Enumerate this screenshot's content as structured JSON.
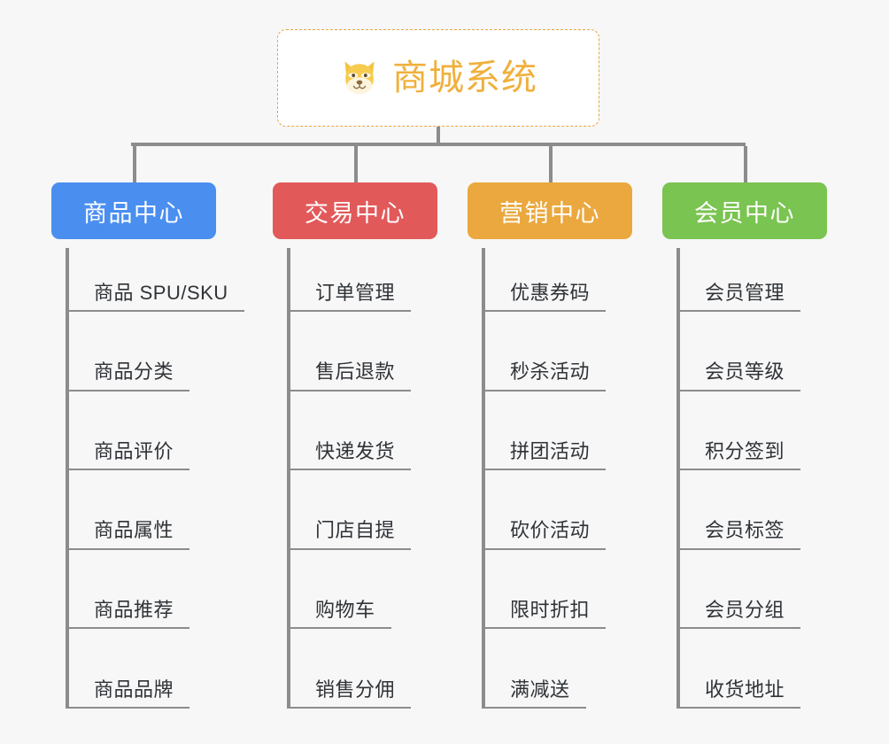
{
  "background_color": "#f7f7f7",
  "root": {
    "title": "商城系统",
    "icon": "shiba-inu-dog-face-icon",
    "title_color": "#f0b03c",
    "border_color": "#e8a53e",
    "fill_color": "#ffffff"
  },
  "connector_color": "#8c8c8c",
  "branches": [
    {
      "id": "product-center",
      "label": "商品中心",
      "color": "#4a8ef0",
      "items": [
        "商品 SPU/SKU",
        "商品分类",
        "商品评价",
        "商品属性",
        "商品推荐",
        "商品品牌"
      ]
    },
    {
      "id": "trade-center",
      "label": "交易中心",
      "color": "#e2595a",
      "items": [
        "订单管理",
        "售后退款",
        "快递发货",
        "门店自提",
        "购物车",
        "销售分佣"
      ]
    },
    {
      "id": "marketing-center",
      "label": "营销中心",
      "color": "#eaa83e",
      "items": [
        "优惠券码",
        "秒杀活动",
        "拼团活动",
        "砍价活动",
        "限时折扣",
        "满减送"
      ]
    },
    {
      "id": "member-center",
      "label": "会员中心",
      "color": "#7ac451",
      "items": [
        "会员管理",
        "会员等级",
        "积分签到",
        "会员标签",
        "会员分组",
        "收货地址"
      ]
    }
  ]
}
